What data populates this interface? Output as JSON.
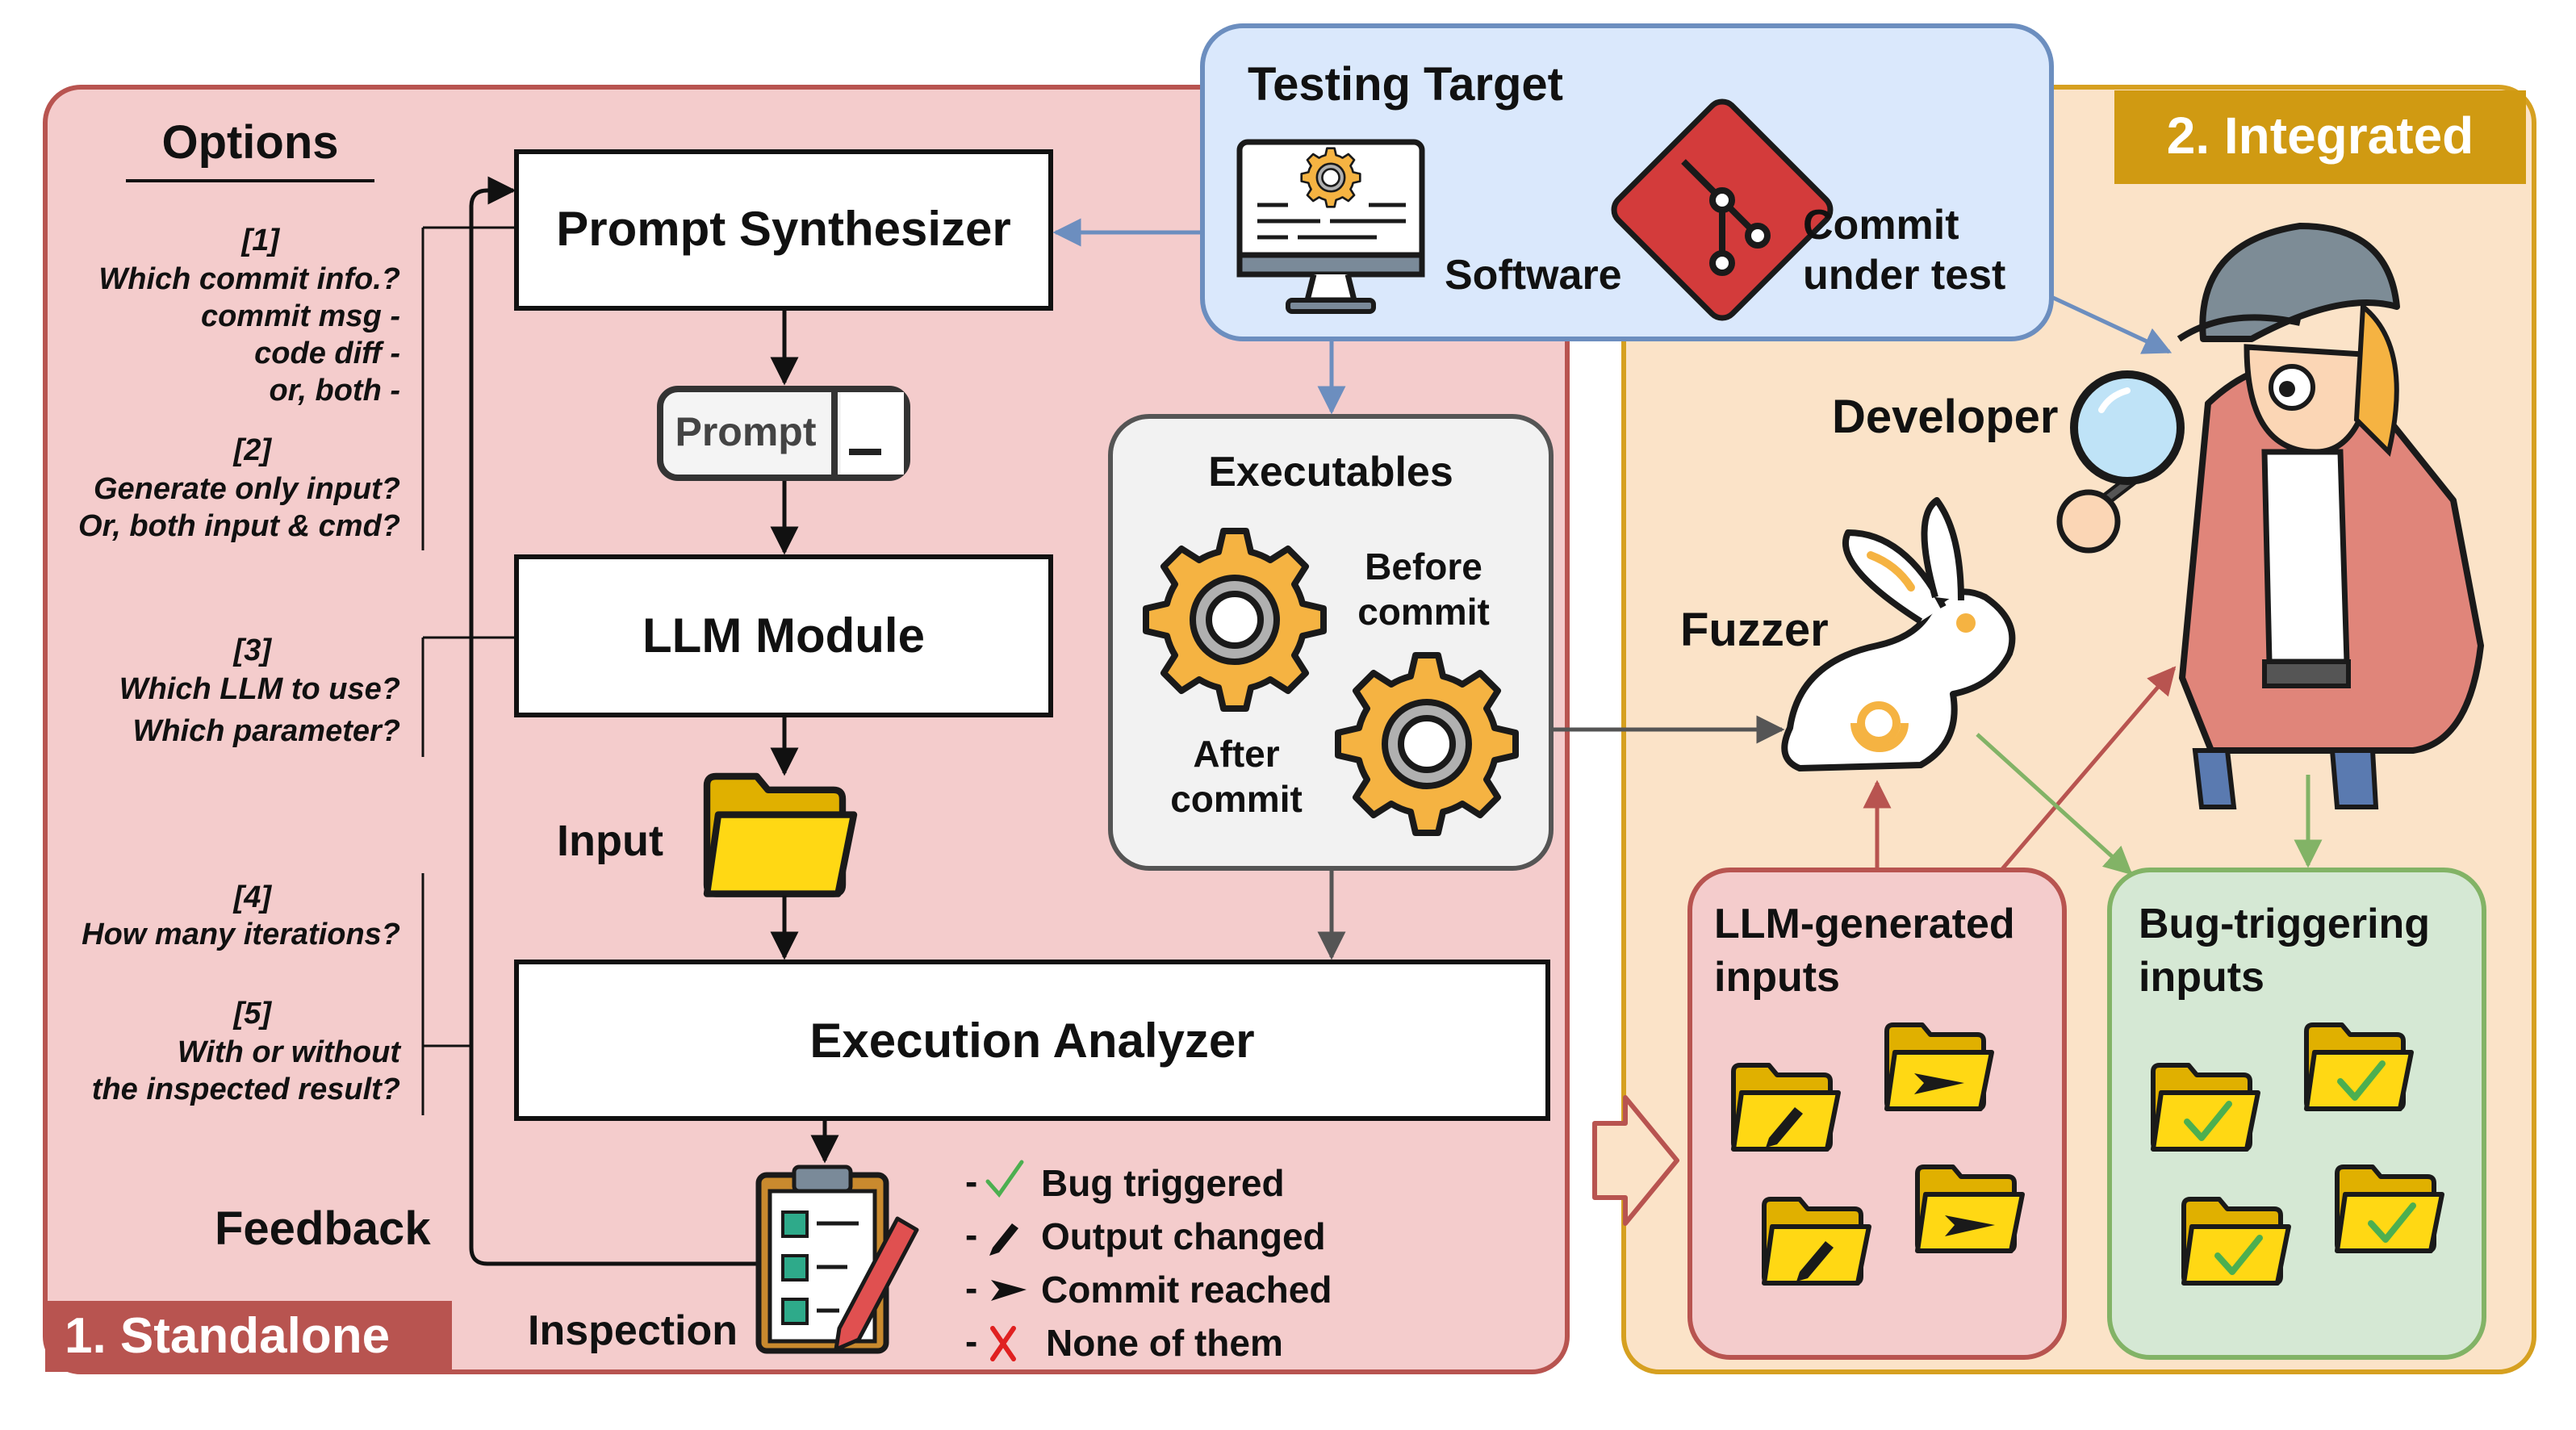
{
  "options": {
    "heading": "Options",
    "q1": {
      "num": "[1]",
      "text": "Which commit info.?",
      "choice1": "commit msg -",
      "choice2": "code diff -",
      "choice3": "or, both -"
    },
    "q2": {
      "num": "[2]",
      "line1": "Generate only input?",
      "line2": "Or, both input & cmd?"
    },
    "q3": {
      "num": "[3]",
      "line1": "Which LLM to use?",
      "line2": "Which parameter?"
    },
    "q4": {
      "num": "[4]",
      "line1": "How many iterations?"
    },
    "q5": {
      "num": "[5]",
      "line1": "With or without",
      "line2": "the inspected result?"
    }
  },
  "standalone": {
    "label": "1. Standalone",
    "prompt_synthesizer": "Prompt Synthesizer",
    "prompt_chip": "Prompt",
    "llm_module": "LLM Module",
    "input_label": "Input",
    "execution_analyzer": "Execution Analyzer",
    "feedback_label": "Feedback",
    "inspection_label": "Inspection",
    "results": {
      "bug_triggered": "Bug triggered",
      "output_changed": "Output changed",
      "commit_reached": "Commit reached",
      "none": "None of them"
    },
    "executables": {
      "title": "Executables",
      "before": "Before",
      "before2": "commit",
      "after": "After",
      "after2": "commit"
    }
  },
  "testing_target": {
    "title": "Testing Target",
    "software": "Software",
    "commit_line1": "Commit",
    "commit_line2": "under test"
  },
  "integrated": {
    "label": "2. Integrated",
    "developer": "Developer",
    "fuzzer": "Fuzzer",
    "llm_inputs_line1": "LLM-generated",
    "llm_inputs_line2": "inputs",
    "bug_inputs_line1": "Bug-triggering",
    "bug_inputs_line2": "inputs"
  },
  "colors": {
    "standalone_fill": "#f4cccc",
    "standalone_border": "#b85450",
    "integrated_fill": "#fbe3c8",
    "integrated_border": "#d6a020",
    "integrated_label_bg": "#d09a12",
    "target_fill": "#dae8fc",
    "target_border": "#6c8ebf",
    "llm_inputs_fill": "#f4cccc",
    "bug_inputs_fill": "#d5e8d4",
    "bug_inputs_border": "#82b366",
    "folder_yellow": "#ffd814",
    "gear_orange": "#f5b342",
    "check_green": "#4caf50",
    "cross_red": "#e02020"
  }
}
